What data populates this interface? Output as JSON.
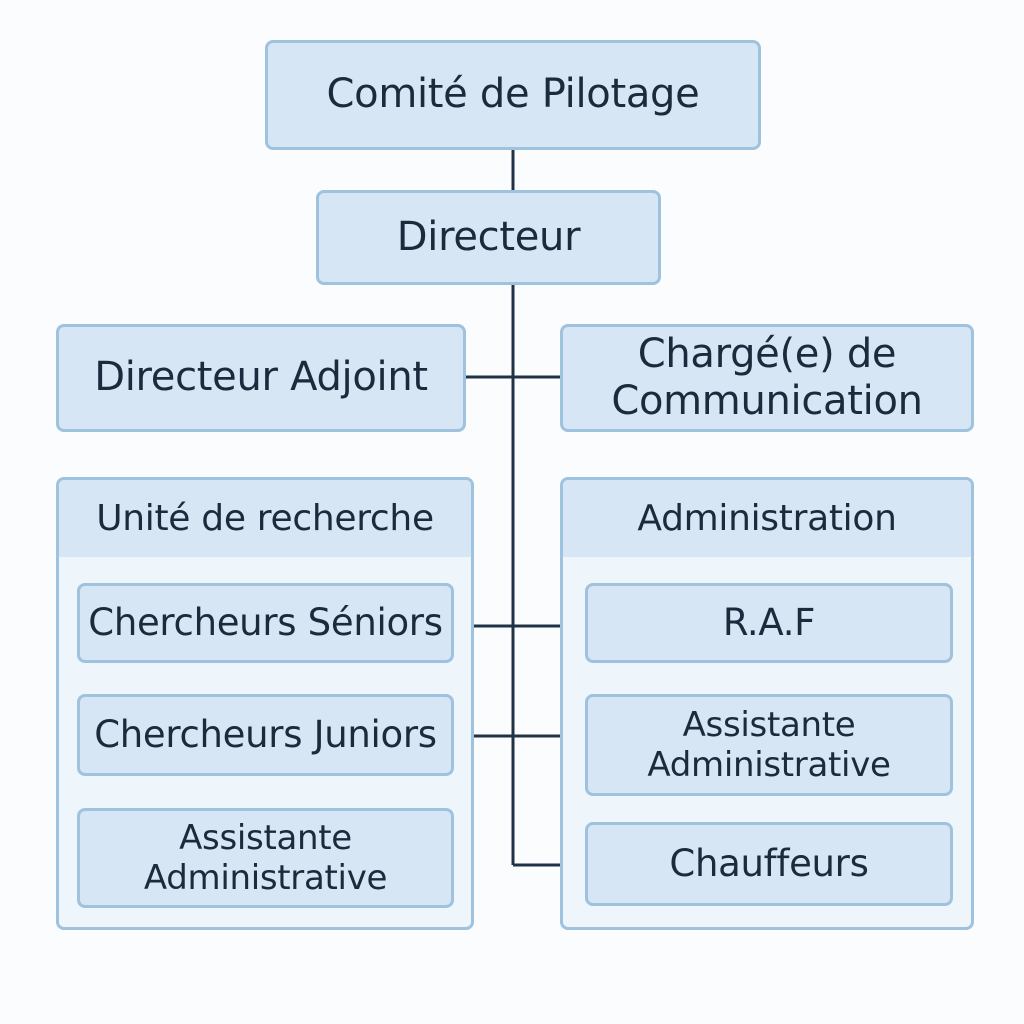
{
  "top": {
    "label": "Comité de Pilotage"
  },
  "director": {
    "label": "Directeur"
  },
  "deputy": {
    "label": "Directeur Adjoint"
  },
  "communication": {
    "line1": "Chargé(e) de",
    "line2": "Communication"
  },
  "research_unit": {
    "title": "Unité de recherche",
    "items": [
      {
        "line1": "Chercheurs Séniors"
      },
      {
        "line1": "Chercheurs Juniors"
      },
      {
        "line1": "Assistante",
        "line2": "Administrative"
      }
    ]
  },
  "administration": {
    "title": "Administration",
    "items": [
      {
        "line1": "R.A.F"
      },
      {
        "line1": "Assistante",
        "line2": "Administrative"
      },
      {
        "line1": "Chauffeurs"
      }
    ]
  },
  "colors": {
    "box_fill": "#d6e6f4",
    "box_border": "#9fc2df",
    "group_fill": "#eef5fb",
    "connector": "#1f3347",
    "text": "#1b2a3d"
  }
}
